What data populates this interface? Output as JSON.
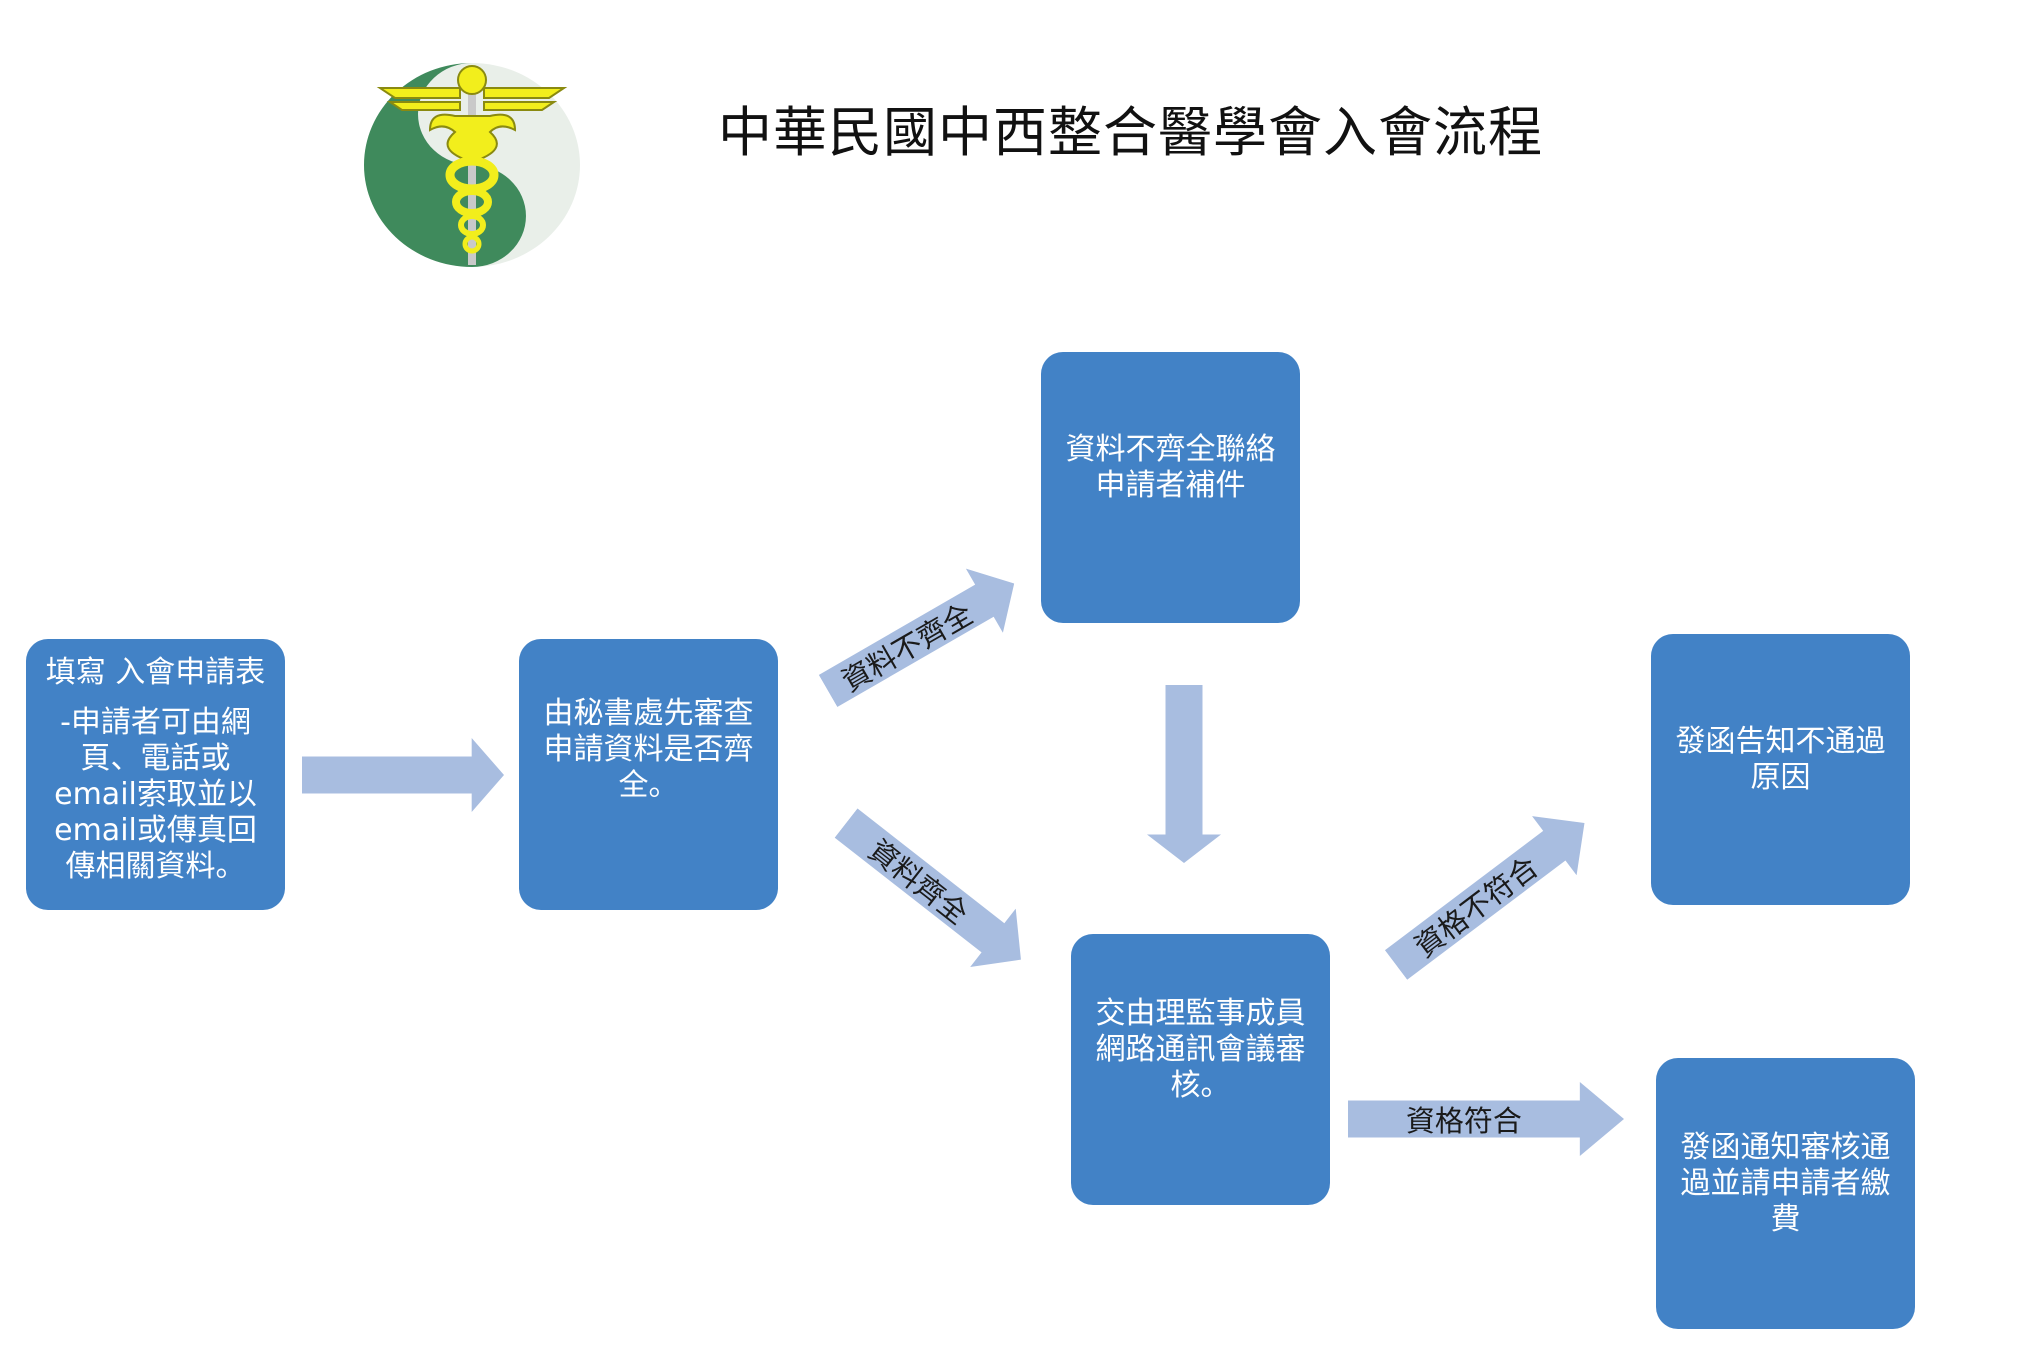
{
  "title": "中華民國中西整合醫學會入會流程",
  "colors": {
    "box": "#4282c6",
    "arrow": "#a8bde0",
    "logo_green": "#3f8a5c",
    "logo_yellow": "#f2ee1c"
  },
  "boxes": {
    "apply": {
      "heading": "填寫 入會申請表",
      "detail": "-申請者可由網頁、電話或email索取並以email或傳真回傳相關資料。"
    },
    "review": {
      "text": "由秘書處先審查申請資料是否齊全。"
    },
    "incomplete": {
      "text": "資料不齊全聯絡申請者補件"
    },
    "board": {
      "text": "交由理監事成員網路通訊會議審核。"
    },
    "reject": {
      "text": "發函告知不通過原因"
    },
    "accept": {
      "text": "發函通知審核通過並請申請者繳費"
    }
  },
  "arrows": {
    "incomplete": "資料不齊全",
    "complete": "資料齊全",
    "not_qualified": "資格不符合",
    "qualified": "資格符合"
  }
}
